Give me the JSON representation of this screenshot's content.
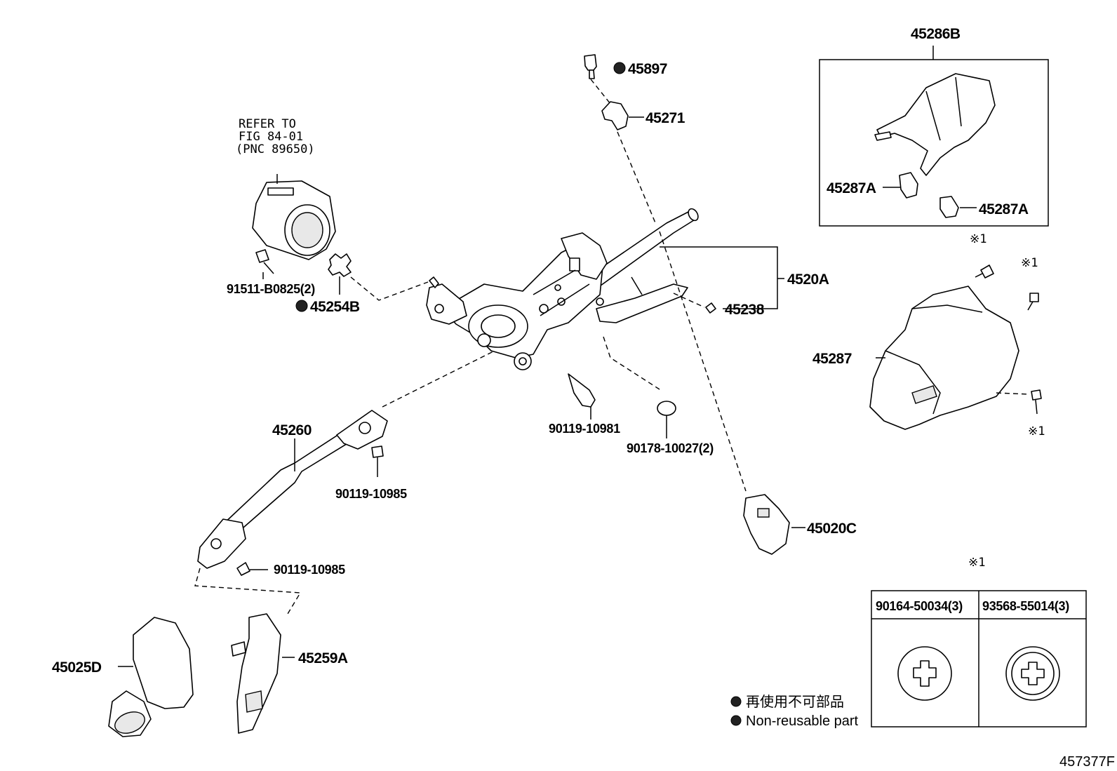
{
  "diagram_id": "457377F",
  "note": {
    "line1": "REFER TO",
    "line2": "FIG 84-01",
    "line3": "(PNC 89650)"
  },
  "parts": {
    "p45897": "45897",
    "p45271": "45271",
    "p45286B": "45286B",
    "p45287A_left": "45287A",
    "p45287A_right": "45287A",
    "p4520A": "4520A",
    "p45238": "45238",
    "p45287": "45287",
    "p91511": "91511-B0825(2)",
    "p45254B": "45254B",
    "p45260": "45260",
    "p90119_10981": "90119-10981",
    "p90178": "90178-10027(2)",
    "p90119_10985_a": "90119-10985",
    "p90119_10985_b": "90119-10985",
    "p45020C": "45020C",
    "p45025D": "45025D",
    "p45259A": "45259A"
  },
  "marks": {
    "ref1": "※1"
  },
  "fastener_table": {
    "col1": "90164-50034(3)",
    "col2": "93568-55014(3)"
  },
  "legend": {
    "jp": "再使用不可部品",
    "en": "Non-reusable part"
  }
}
